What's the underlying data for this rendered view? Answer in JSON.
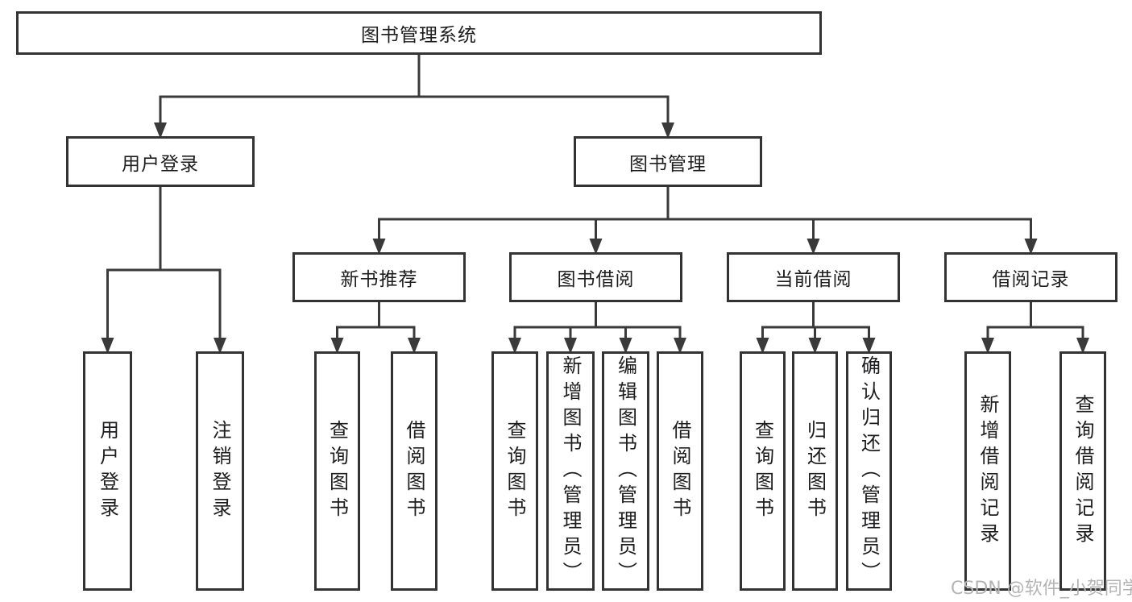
{
  "colors": {
    "border": "#333333",
    "line": "#3a3a3a",
    "text": "#1d1d1f",
    "watermark": "#b4b4b4",
    "background": "#ffffff"
  },
  "watermark": {
    "text": "CSDN @软件_小贺同学"
  },
  "tree": {
    "id": "root",
    "label": "图书管理系统",
    "children": [
      {
        "id": "login",
        "label": "用户登录",
        "children": [
          {
            "id": "login-1",
            "label": "用户登录"
          },
          {
            "id": "login-2",
            "label": "注销登录"
          }
        ]
      },
      {
        "id": "mgmt",
        "label": "图书管理",
        "children": [
          {
            "id": "rec",
            "label": "新书推荐",
            "children": [
              {
                "id": "rec-1",
                "label": "查询图书"
              },
              {
                "id": "rec-2",
                "label": "借阅图书"
              }
            ]
          },
          {
            "id": "borrow",
            "label": "图书借阅",
            "children": [
              {
                "id": "borrow-1",
                "label": "查询图书"
              },
              {
                "id": "borrow-2",
                "label": "新增图书（管理员）"
              },
              {
                "id": "borrow-3",
                "label": "编辑图书（管理员）"
              },
              {
                "id": "borrow-4",
                "label": "借阅图书"
              }
            ]
          },
          {
            "id": "current",
            "label": "当前借阅",
            "children": [
              {
                "id": "current-1",
                "label": "查询图书"
              },
              {
                "id": "current-2",
                "label": "归还图书"
              },
              {
                "id": "current-3",
                "label": "确认归还（管理员）"
              }
            ]
          },
          {
            "id": "records",
            "label": "借阅记录",
            "children": [
              {
                "id": "records-1",
                "label": "新增借阅记录"
              },
              {
                "id": "records-2",
                "label": "查询借阅记录"
              }
            ]
          }
        ]
      }
    ]
  }
}
